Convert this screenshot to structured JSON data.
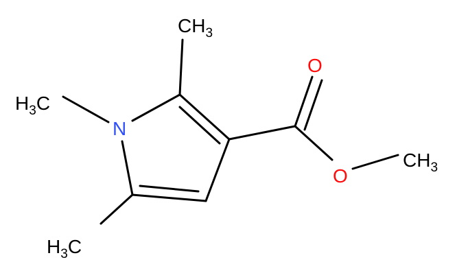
{
  "molecule": {
    "colors": {
      "bond": "#000000",
      "nitrogen": "#3050F8",
      "oxygen": "#FF0D0D",
      "carbon_label": "#000000"
    },
    "atoms": {
      "n1": {
        "symbol": "N",
        "element": "nitrogen"
      },
      "o_carbonyl": {
        "symbol": "O",
        "element": "oxygen"
      },
      "o_ester": {
        "symbol": "O",
        "element": "oxygen"
      },
      "ch3_top": {
        "main": "CH",
        "sub": "3"
      },
      "ch3_n": {
        "main": "H",
        "sub": "3",
        "tail": "C"
      },
      "ch3_bottom": {
        "main": "H",
        "sub": "3",
        "tail": "C"
      },
      "ch3_ester": {
        "main": "CH",
        "sub": "3"
      }
    },
    "bonds": [
      {
        "id": "n1-c2",
        "order": 1
      },
      {
        "id": "c2-c3",
        "order": 2
      },
      {
        "id": "c3-c4",
        "order": 1
      },
      {
        "id": "c4-c5",
        "order": 2
      },
      {
        "id": "c5-n1",
        "order": 1
      },
      {
        "id": "c2-ch3",
        "order": 1
      },
      {
        "id": "n1-ch3",
        "order": 1
      },
      {
        "id": "c5-ch3",
        "order": 1
      },
      {
        "id": "c3-ccarb",
        "order": 1
      },
      {
        "id": "ccarb-o",
        "order": 2
      },
      {
        "id": "ccarb-oester",
        "order": 1
      },
      {
        "id": "oester-ch3",
        "order": 1
      }
    ]
  }
}
